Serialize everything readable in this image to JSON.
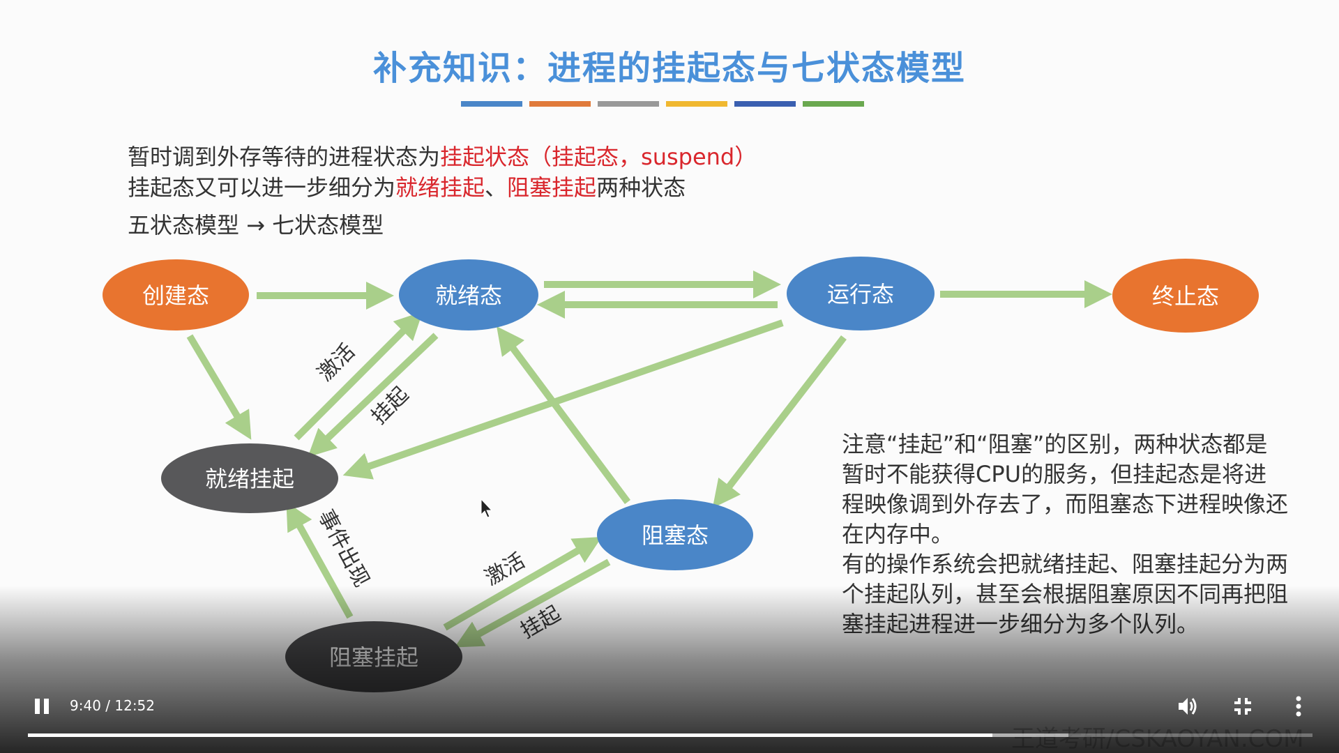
{
  "slide": {
    "title": "补充知识：进程的挂起态与七状态模型",
    "color_bar": [
      "#4a86c8",
      "#e07a3a",
      "#999999",
      "#f0b830",
      "#3a5fb0",
      "#6aa84f"
    ],
    "intro": {
      "line1_a": "暂时调到外存等待的进程状态为",
      "line1_b": "挂起状态（挂起态，suspend）",
      "line2_a": "挂起态又可以进一步细分为",
      "line2_b": "就绪挂起",
      "line2_c": "、",
      "line2_d": "阻塞挂起",
      "line2_e": "两种状态",
      "line3": "五状态模型 → 七状态模型"
    },
    "states": {
      "create": "创建态",
      "ready": "就绪态",
      "running": "运行态",
      "terminated": "终止态",
      "ready_suspend": "就绪挂起",
      "blocked": "阻塞态",
      "blocked_suspend": "阻塞挂起"
    },
    "edge_labels": {
      "activate_ready": "激活",
      "suspend_ready": "挂起",
      "event_occurs": "事件出现",
      "activate_blocked": "激活",
      "suspend_blocked": "挂起"
    },
    "colors": {
      "orange": "#e8742f",
      "blue": "#4a86c8",
      "gray": "#58585a",
      "arrow": "#a9cf8a"
    },
    "note": {
      "p1": "注意“挂起”和“阻塞”的区别，两种状态都是暂时不能获得CPU的服务，但挂起态是将进程映像调到外存去了，而阻塞态下进程映像还在内存中。",
      "p2": "有的操作系统会把就绪挂起、阻塞挂起分为两个挂起队列，甚至会根据阻塞原因不同再把阻塞挂起进程进一步细分为多个队列。"
    },
    "watermark": "王道考研/CSKAOYAN.COM"
  },
  "player": {
    "time_display": "9:40 / 12:52",
    "progress": 0.751,
    "buffered": 0.81,
    "pause_icon": "pause-icon",
    "volume_icon": "volume-icon",
    "exit_fullscreen_icon": "exit-fullscreen-icon",
    "more_icon": "more-vert-icon"
  }
}
